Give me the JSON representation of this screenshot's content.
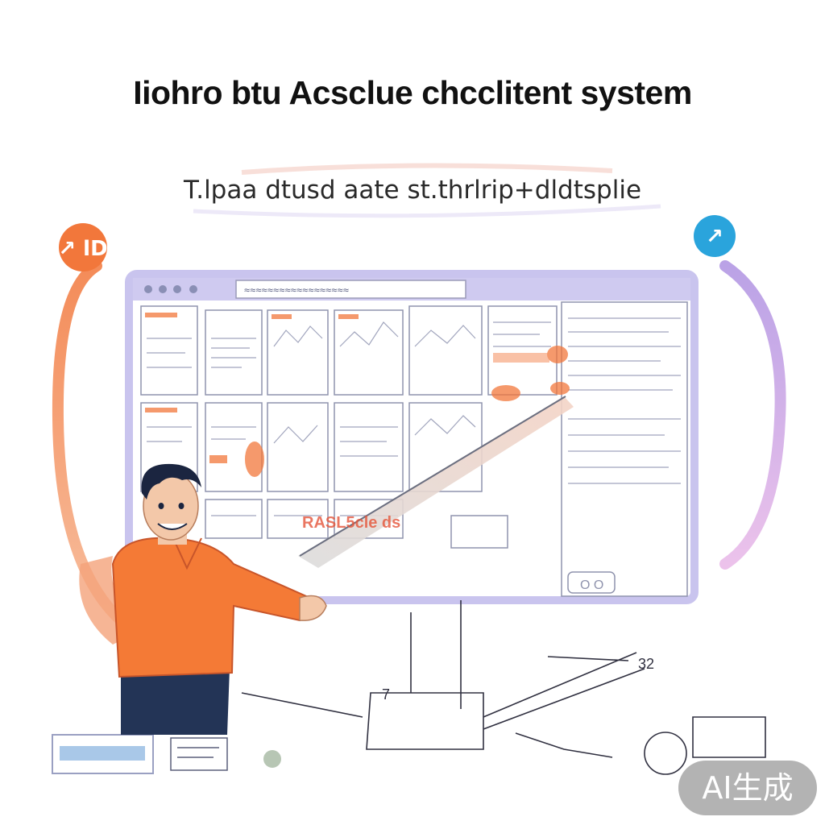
{
  "header": {
    "title": "Iiohro btu Acsclue chcclitent system",
    "subtitle": "T.lpaa dtusd aate st.thrlrip+dldtsplie"
  },
  "badges": {
    "left_bubble": "↗ lD",
    "right_bubble": "↗"
  },
  "screen": {
    "address_bar": "≈≈≈≈≈≈≈≈≈≈≈≈≈≈≈≈≈≈",
    "highlight_caption": "RASL5cle ds",
    "footer_box": "O O"
  },
  "sketch": {
    "label_7": "7",
    "label_32": "32"
  },
  "watermark": "AI生成",
  "colors": {
    "accent_orange": "#f2773b",
    "accent_purple": "#8f83d9",
    "frame_lavender": "#c9c4ee",
    "shirt": "#f47a36",
    "pants": "#233456",
    "hair": "#1b2540"
  }
}
